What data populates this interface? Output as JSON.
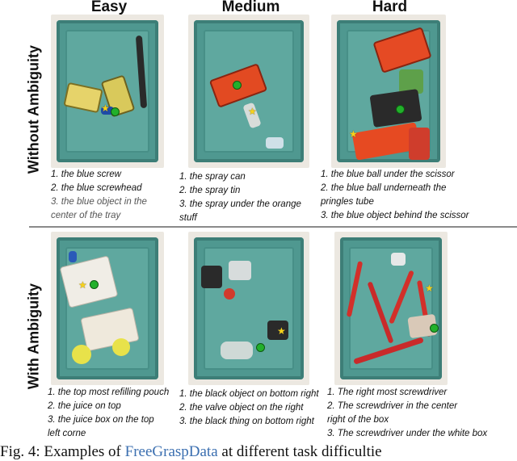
{
  "columns": {
    "easy": "Easy",
    "medium": "Medium",
    "hard": "Hard"
  },
  "rows": {
    "without": "Without Ambiguity",
    "with": "With Ambiguity"
  },
  "captions": {
    "without_easy": [
      "1. the blue screw",
      "2. the blue screwhead",
      "3. the blue object in the",
      "center of the tray"
    ],
    "without_medium": [
      "1. the spray can",
      "2. the spray tin",
      "3. the spray under the orange",
      "stuff"
    ],
    "without_hard": [
      "1. the blue ball under the scissor",
      "2. the blue ball underneath the",
      "pringles tube",
      "3. the blue object behind the scissor"
    ],
    "with_easy": [
      "1. the top most refilling pouch",
      "2. the juice on top",
      "3. the juice box on the top",
      "left corne"
    ],
    "with_medium": [
      "1. the black object on bottom right",
      "2. the valve object on the right",
      "3. the black thing on bottom right"
    ],
    "with_hard": [
      "1. The right most screwdriver",
      "2. The screwdriver in the center",
      "right of the box",
      "3. The screwdriver under the white box"
    ]
  },
  "figure": {
    "prefix": "Fig. 4: Examples of ",
    "link": "FreeGraspData",
    "suffix": " at different task difficultie"
  },
  "colors": {
    "tray": "#4f9890",
    "marker": "#22b02b",
    "star": "#f7d21a",
    "link": "#3b6fb0"
  }
}
